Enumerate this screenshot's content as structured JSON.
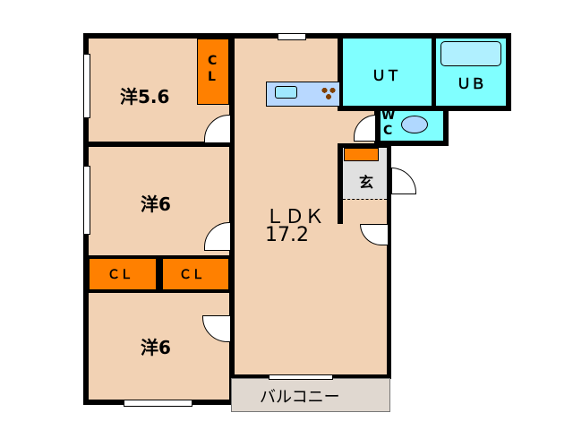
{
  "rooms": {
    "bedroom1": "洋5.6",
    "bedroom2": "洋6",
    "bedroom3": "洋6",
    "ldk": "ＬＤＫ",
    "ldk_size": "17.2",
    "utility": "ＵＴ",
    "bath": "ＵＢ",
    "wc_w": "W",
    "wc_c": "C",
    "entrance": "玄",
    "balcony": "バルコニー",
    "closet_top_c": "C",
    "closet_top_l": "L",
    "closet_left": "ＣＬ",
    "closet_right": "ＣＬ"
  },
  "colors": {
    "room": "#f2d2b4",
    "closet": "#ff8000",
    "wet": "#80ffff",
    "balcony": "#e0d8d0"
  }
}
